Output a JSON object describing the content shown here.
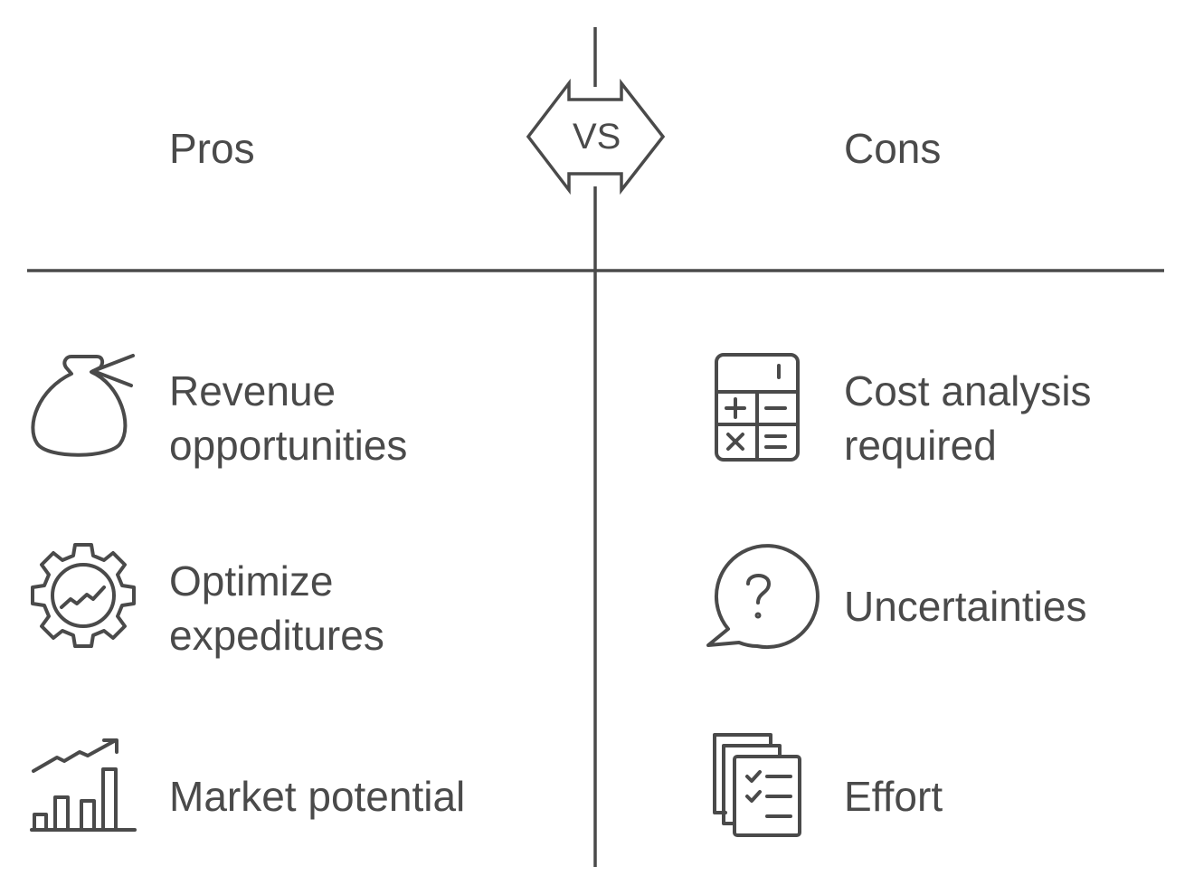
{
  "header": {
    "pros": "Pros",
    "vs": "VS",
    "cons": "Cons"
  },
  "pros": [
    {
      "label": "Revenue opportunities",
      "icon": "money-bag-icon"
    },
    {
      "label": "Optimize expeditures",
      "icon": "gear-chart-icon"
    },
    {
      "label": "Market potential",
      "icon": "growth-chart-icon"
    }
  ],
  "cons": [
    {
      "label": "Cost analysis required",
      "icon": "calculator-icon"
    },
    {
      "label": "Uncertainties",
      "icon": "question-bubble-icon"
    },
    {
      "label": "Effort",
      "icon": "checklist-stack-icon"
    }
  ],
  "colors": {
    "stroke": "#4a4a4a",
    "background": "#ffffff"
  }
}
